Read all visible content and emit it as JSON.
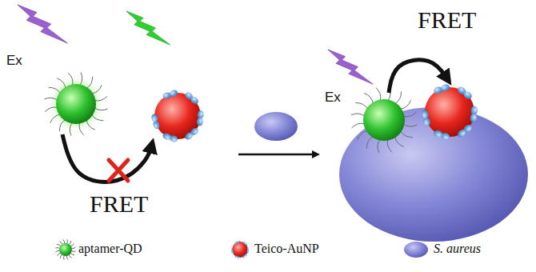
{
  "diagram": {
    "labels": [
      "Ex",
      "FRET",
      "Ex",
      "FRET"
    ],
    "legend": [
      {
        "text": "aptamer-QD"
      },
      {
        "text": "Teico-AuNP"
      },
      {
        "text": "S. aureus"
      }
    ]
  }
}
